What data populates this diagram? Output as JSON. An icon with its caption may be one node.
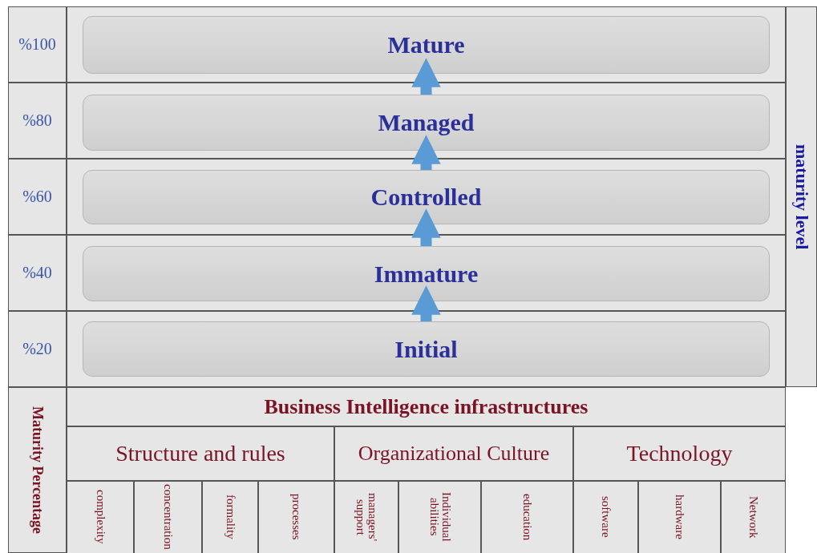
{
  "diagram": {
    "nodes": [
      {
        "text": [
          "Mature"
        ]
      },
      {
        "text": [
          "Managed"
        ]
      },
      {
        "text": [
          "Controlled"
        ]
      },
      {
        "text": [
          "Immature"
        ]
      },
      {
        "text": [
          "Initial"
        ]
      }
    ],
    "edges": [
      {
        "from": 4,
        "to": 3,
        "arrow": "to"
      },
      {
        "from": 3,
        "to": 2,
        "arrow": "to"
      },
      {
        "from": 2,
        "to": 1,
        "arrow": "to"
      },
      {
        "from": 1,
        "to": 0,
        "arrow": "to"
      }
    ],
    "labels": [
      "%100",
      "%80",
      "%60",
      "%40",
      "%20",
      "maturity level",
      "Maturity Percentage",
      "Business Intelligence infrastructures",
      "Structure and rules",
      "Organizational Culture",
      "Technology",
      "complexity",
      "concentration",
      "formality",
      "processes",
      "managers' support",
      "Individual abilities",
      "education",
      "software",
      "hardware",
      "Network"
    ]
  }
}
